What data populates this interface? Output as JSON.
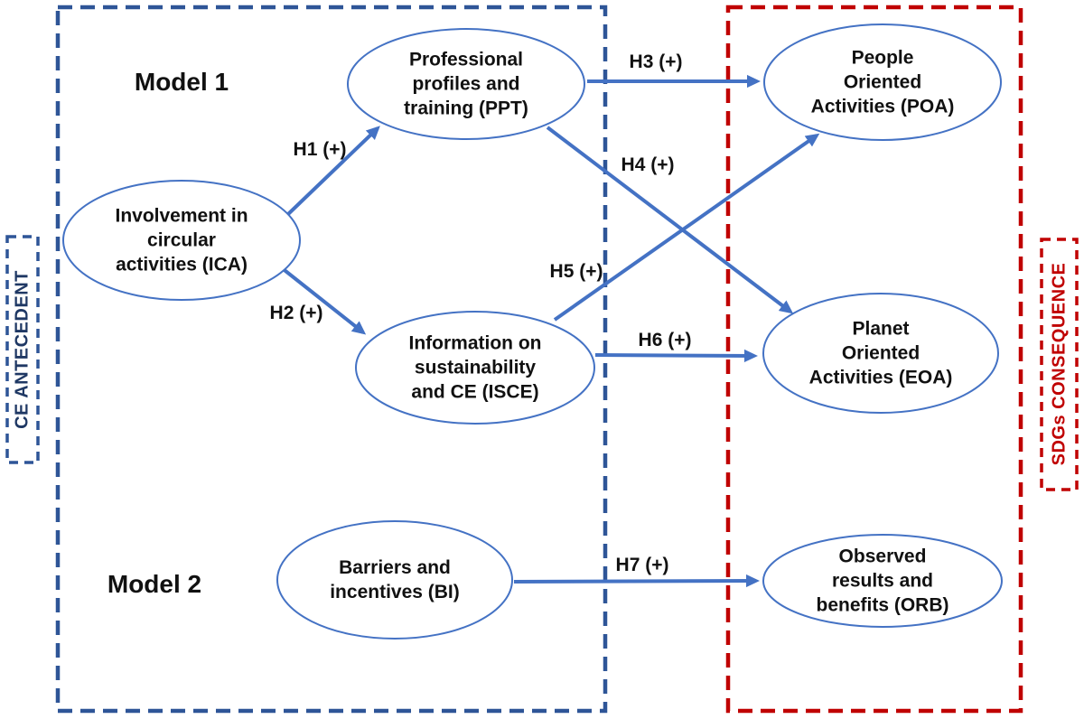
{
  "colors": {
    "arrow_blue": "#4472C4",
    "node_stroke": "#4472C4",
    "box_blue": "#2E5597",
    "box_red": "#C00000",
    "text_navy": "#1F3864",
    "text_red": "#C00000",
    "ink": "#111111"
  },
  "model_labels": {
    "model1": "Model 1",
    "model2": "Model 2"
  },
  "side_labels": {
    "left": "CE ANTECEDENT",
    "right": "SDGs CONSEQUENCE"
  },
  "nodes": {
    "ppt": {
      "abbr": "PPT",
      "lines": [
        "Professional",
        "profiles and",
        "training (PPT)"
      ]
    },
    "ica": {
      "abbr": "ICA",
      "lines": [
        "Involvement in",
        "circular",
        "activities (ICA)"
      ]
    },
    "isce": {
      "abbr": "ISCE",
      "lines": [
        "Information on",
        "sustainability",
        "and CE (ISCE)"
      ]
    },
    "poa": {
      "abbr": "POA",
      "lines": [
        "People",
        "Oriented",
        "Activities (POA)"
      ]
    },
    "eoa": {
      "abbr": "EOA",
      "lines": [
        "Planet",
        "Oriented",
        "Activities (EOA)"
      ]
    },
    "bi": {
      "abbr": "BI",
      "lines": [
        "Barriers and",
        "incentives (BI)"
      ]
    },
    "orb": {
      "abbr": "ORB",
      "lines": [
        "Observed",
        "results and",
        "benefits (ORB)"
      ]
    }
  },
  "edges": {
    "h1": {
      "label": "H1 (+)",
      "from": "ICA",
      "to": "PPT"
    },
    "h2": {
      "label": "H2 (+)",
      "from": "ICA",
      "to": "ISCE"
    },
    "h3": {
      "label": "H3 (+)",
      "from": "PPT",
      "to": "POA"
    },
    "h4": {
      "label": "H4 (+)",
      "from": "PPT",
      "to": "EOA"
    },
    "h5": {
      "label": "H5 (+)",
      "from": "ISCE",
      "to": "POA"
    },
    "h6": {
      "label": "H6 (+)",
      "from": "ISCE",
      "to": "EOA"
    },
    "h7": {
      "label": "H7 (+)",
      "from": "BI",
      "to": "ORB"
    }
  }
}
